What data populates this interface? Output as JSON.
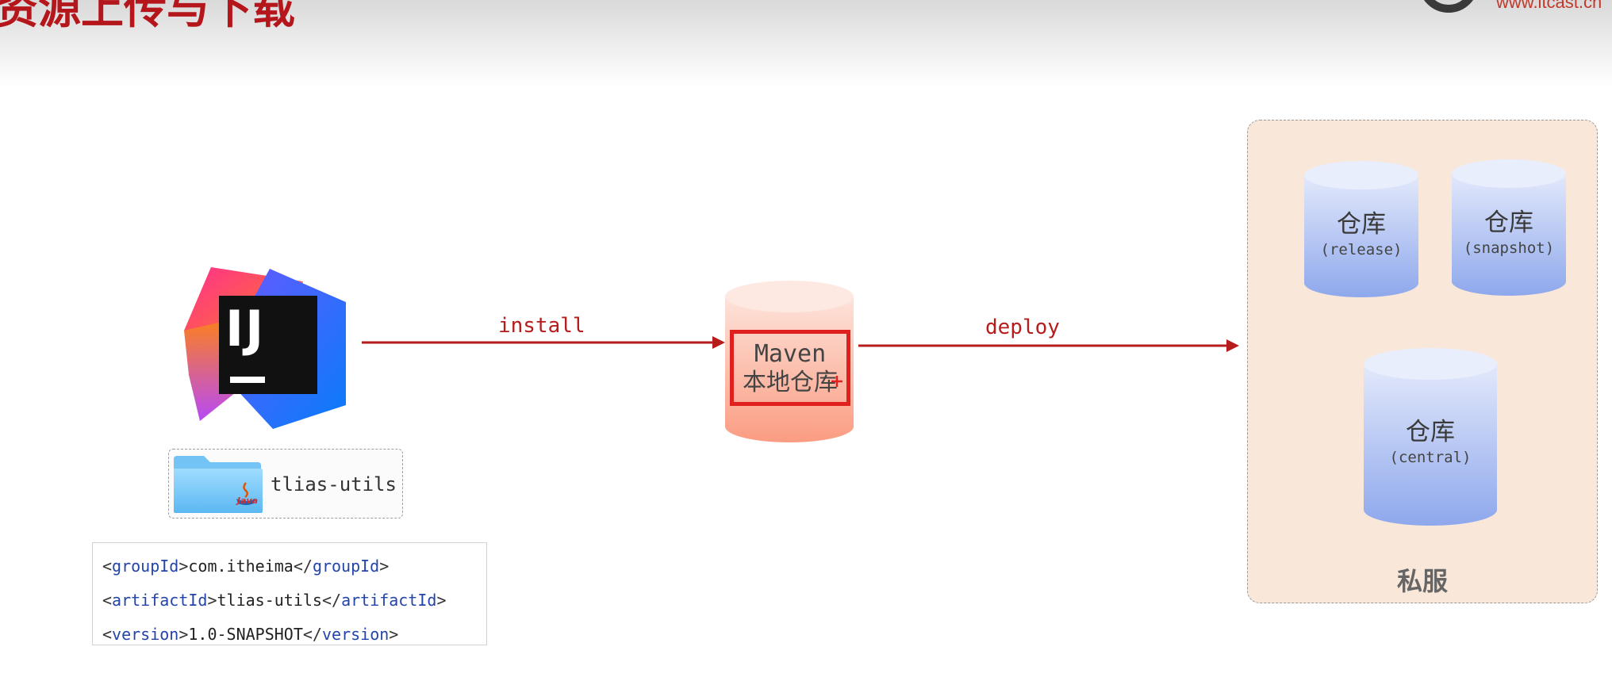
{
  "header": {
    "title": "资源上传与下载",
    "logo_text": "www.itcast.cn"
  },
  "ide": {
    "logo_letters": "IJ",
    "project_name": "tlias-utils",
    "folder_badge": "Java"
  },
  "coordinates": {
    "lines": [
      {
        "tag": "groupId",
        "value": "com.itheima"
      },
      {
        "tag": "artifactId",
        "value": "tlias-utils"
      },
      {
        "tag": "version",
        "value": "1.0-SNAPSHOT"
      }
    ]
  },
  "flow": {
    "install_label": "install",
    "deploy_label": "deploy"
  },
  "local_repo": {
    "name": "Maven",
    "subtitle": "本地仓库"
  },
  "private_server": {
    "label": "私服",
    "repos": [
      {
        "name": "仓库",
        "type": "(release)"
      },
      {
        "name": "仓库",
        "type": "(snapshot)"
      },
      {
        "name": "仓库",
        "type": "(central)"
      }
    ]
  },
  "colors": {
    "title_red": "#b4161b",
    "arrow_red": "#b71c1c",
    "highlight_red": "#e01f1f",
    "server_bg": "#f9e7d9",
    "repo_blue_top": "#e3e9fb",
    "repo_blue_bottom": "#8ea8ec",
    "local_repo_top": "#fde0d6",
    "local_repo_bottom": "#fb9f86",
    "tag_blue": "#2445a8"
  }
}
